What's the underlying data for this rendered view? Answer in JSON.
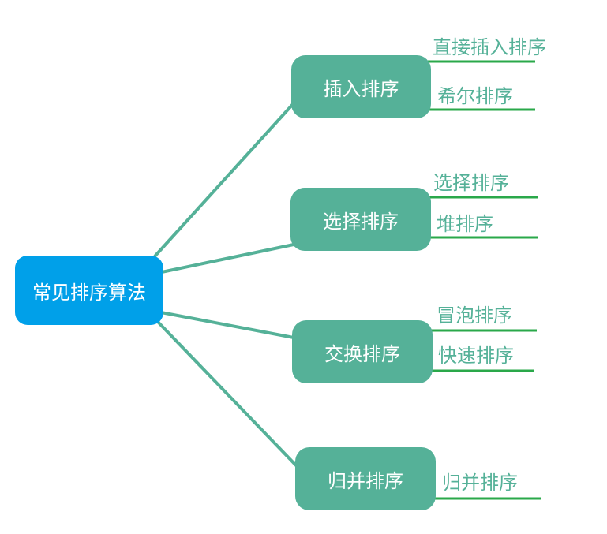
{
  "colors": {
    "root_fill": "#00a0e9",
    "category_fill": "#55b198",
    "connector": "#55b198",
    "leaf_text": "#55b198",
    "leaf_underline": "#2aa84a"
  },
  "root": {
    "label": "常见排序算法"
  },
  "categories": [
    {
      "label": "插入排序",
      "leaves": [
        {
          "label": "直接插入排序"
        },
        {
          "label": "希尔排序"
        }
      ]
    },
    {
      "label": "选择排序",
      "leaves": [
        {
          "label": "选择排序"
        },
        {
          "label": "堆排序"
        }
      ]
    },
    {
      "label": "交换排序",
      "leaves": [
        {
          "label": "冒泡排序"
        },
        {
          "label": "快速排序"
        }
      ]
    },
    {
      "label": "归并排序",
      "leaves": [
        {
          "label": "归并排序"
        }
      ]
    }
  ]
}
